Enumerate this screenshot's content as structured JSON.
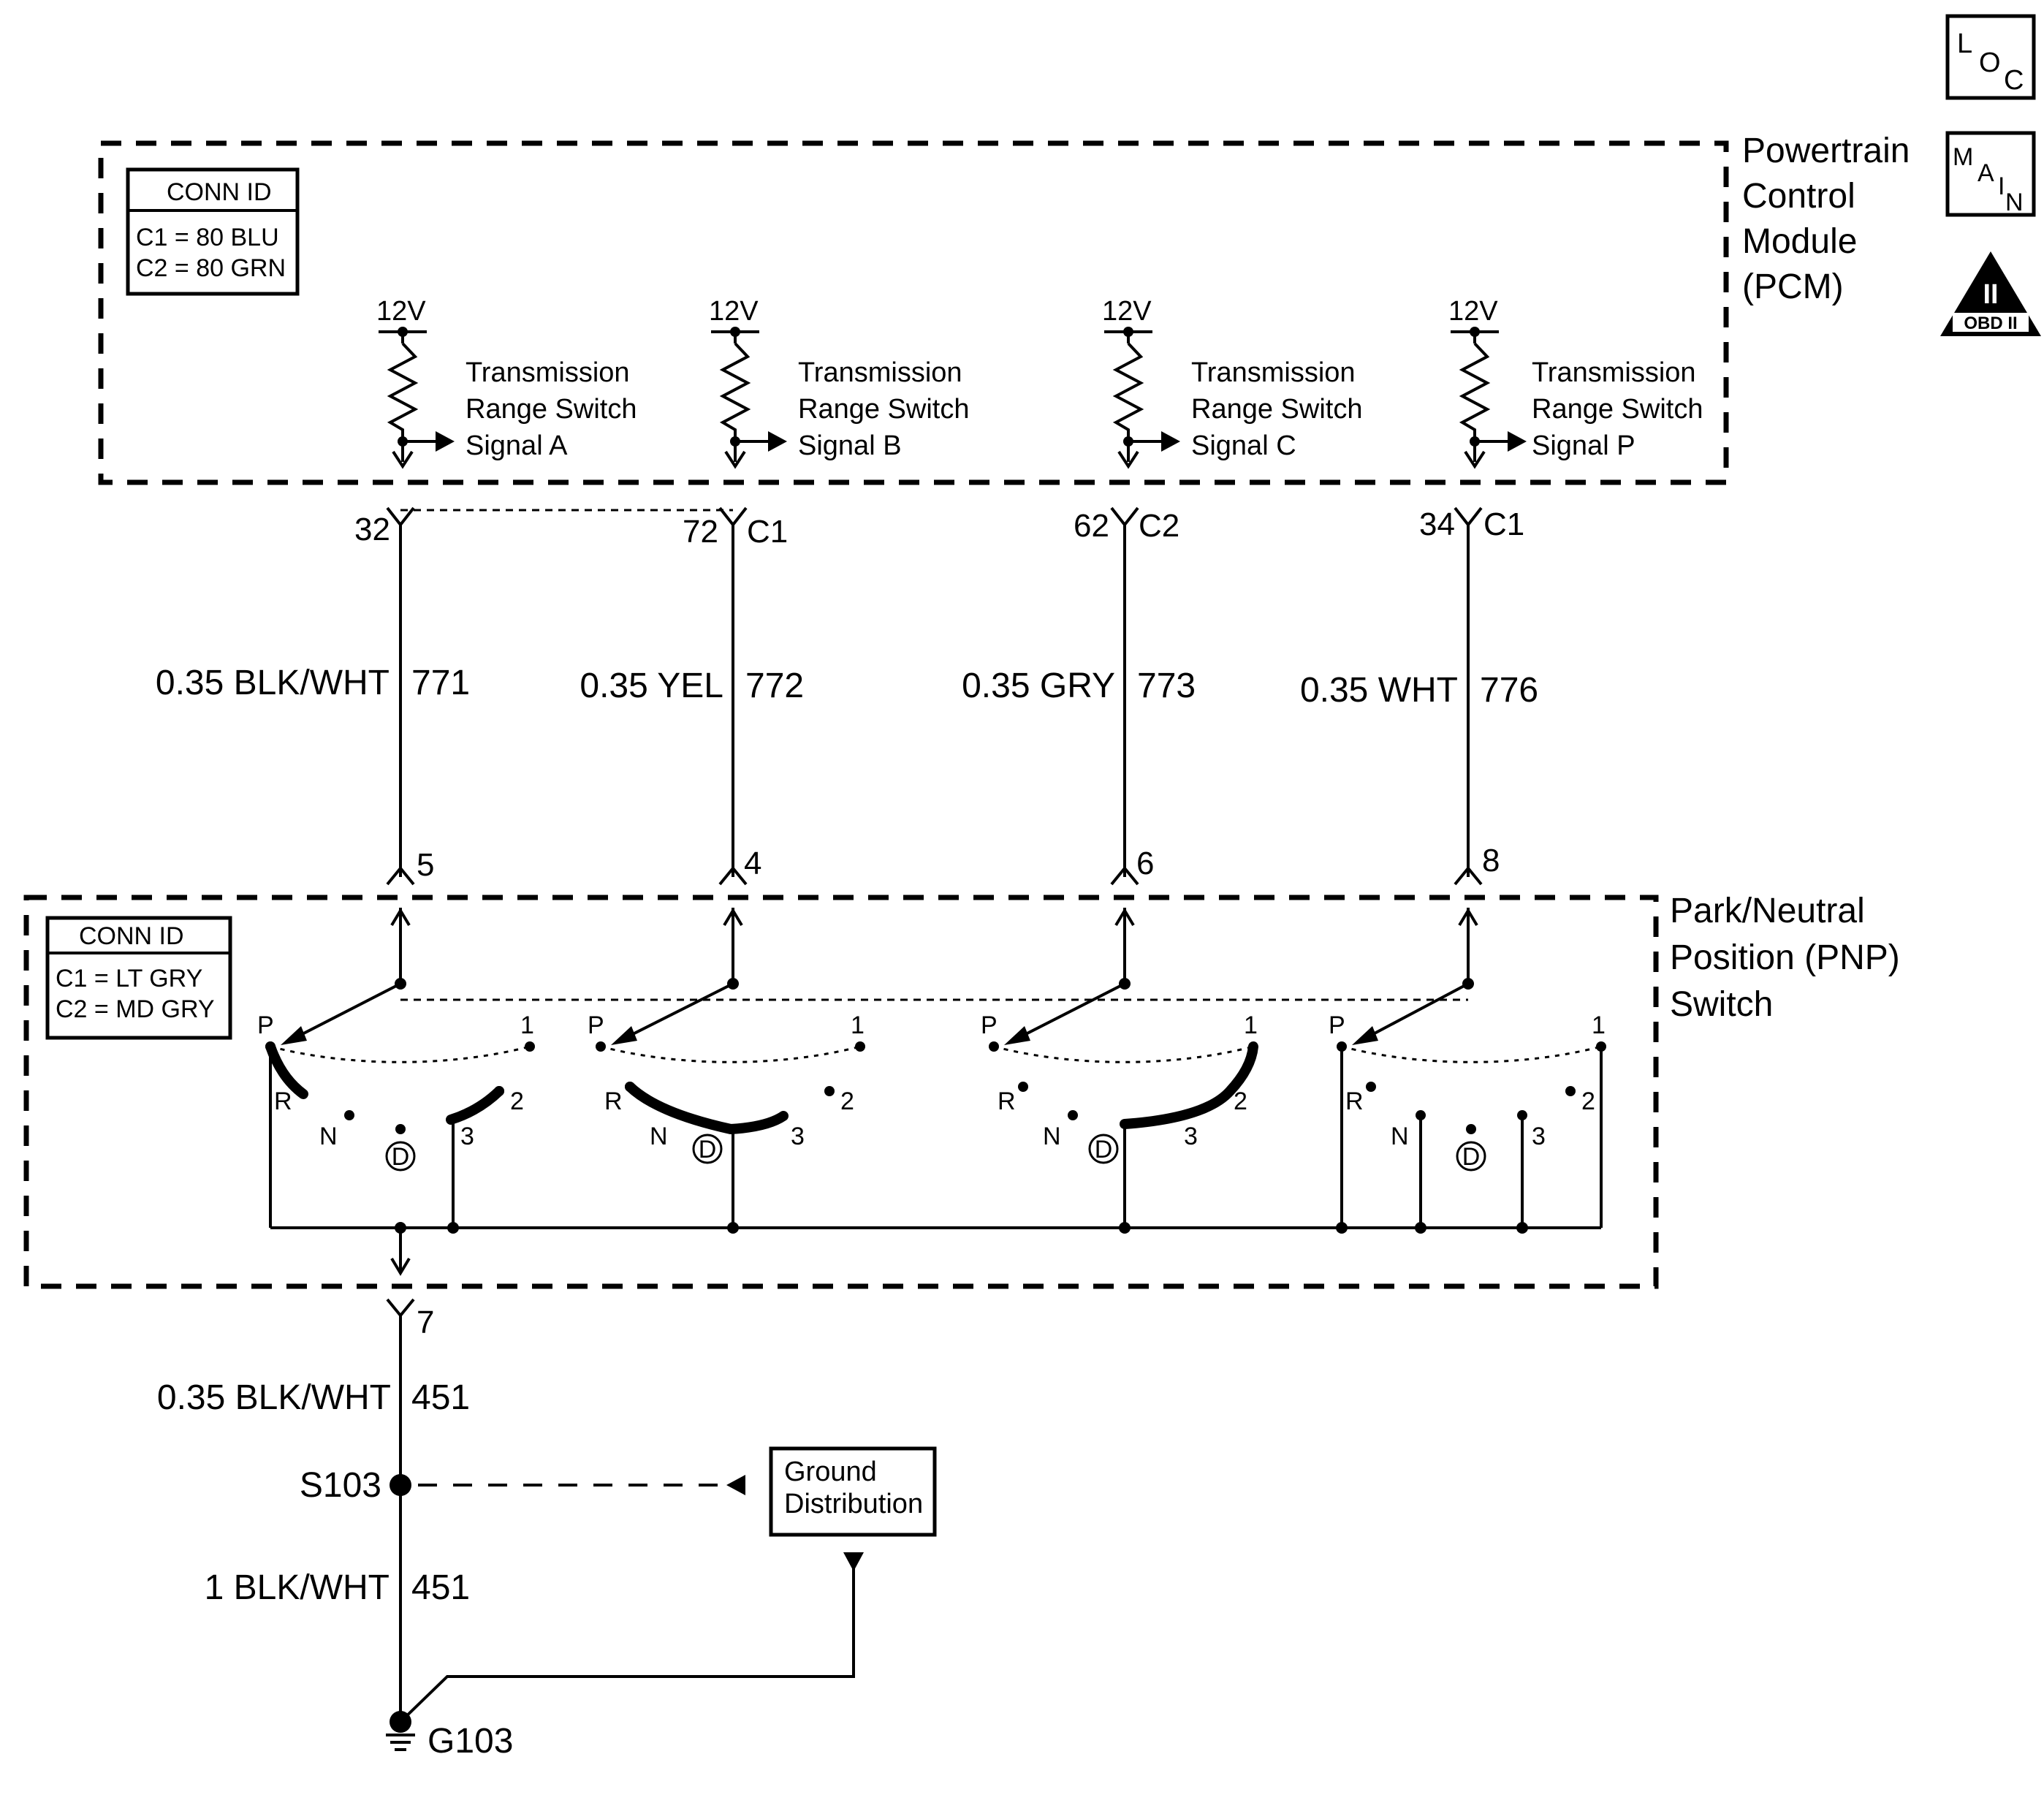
{
  "icons": {
    "loc": "loc-icon",
    "main": "main-icon",
    "obd": {
      "name": "obd-ii-icon",
      "numeral": "II",
      "label": "OBD II"
    }
  },
  "pcm": {
    "title_lines": [
      "Powertrain",
      "Control",
      "Module",
      "(PCM)"
    ],
    "conn_id": {
      "header": "CONN ID",
      "rows": [
        "C1 = 80 BLU",
        "C2 = 80 GRN"
      ]
    },
    "voltage": "12V",
    "signals": [
      {
        "line1": "Transmission",
        "line2": "Range Switch",
        "line3": "Signal A"
      },
      {
        "line1": "Transmission",
        "line2": "Range Switch",
        "line3": "Signal B"
      },
      {
        "line1": "Transmission",
        "line2": "Range Switch",
        "line3": "Signal C"
      },
      {
        "line1": "Transmission",
        "line2": "Range Switch",
        "line3": "Signal P"
      }
    ],
    "pins": [
      "32",
      "72",
      "62",
      "34"
    ],
    "connectors": [
      "C1",
      "C2",
      "C1"
    ]
  },
  "wires": [
    {
      "spec": "0.35 BLK/WHT",
      "circuit": "771"
    },
    {
      "spec": "0.35 YEL",
      "circuit": "772"
    },
    {
      "spec": "0.35 GRY",
      "circuit": "773"
    },
    {
      "spec": "0.35 WHT",
      "circuit": "776"
    }
  ],
  "pnp": {
    "title_lines": [
      "Park/Neutral",
      "Position (PNP)",
      "Switch"
    ],
    "conn_id": {
      "header": "CONN ID",
      "rows": [
        "C1 = LT GRY",
        "C2 = MD GRY"
      ]
    },
    "pins": [
      "5",
      "4",
      "6",
      "8"
    ],
    "ground_pin": "7",
    "positions": {
      "p": "P",
      "r": "R",
      "n": "N",
      "d": "D",
      "three": "3",
      "two": "2",
      "one": "1"
    }
  },
  "ground": {
    "wire1": {
      "spec": "0.35 BLK/WHT",
      "circuit": "451"
    },
    "splice": "S103",
    "wire2": {
      "spec": "1 BLK/WHT",
      "circuit": "451"
    },
    "ground_point": "G103",
    "distribution_lines": [
      "Ground",
      "Distribution"
    ]
  }
}
